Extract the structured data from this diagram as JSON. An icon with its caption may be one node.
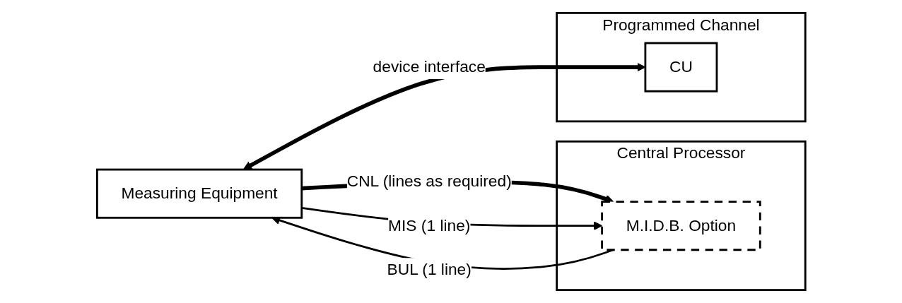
{
  "diagram": {
    "nodes": [
      {
        "text": [
          "Measuring Equipment"
        ]
      },
      {
        "text": [
          "Central Processor"
        ]
      },
      {
        "text": [
          "M.I.D.B. Option"
        ],
        "in": 1
      },
      {
        "text": [
          "Programmed Channel"
        ]
      },
      {
        "text": [
          "CU"
        ],
        "in": 3
      }
    ],
    "edges": [
      {
        "from": 0,
        "to": 2,
        "arrow": "to",
        "label": "CNL (lines as required)",
        "style": "thick"
      },
      {
        "from": 0,
        "to": 2,
        "arrow": "to",
        "label": "MIS (1 line)"
      },
      {
        "from": 2,
        "to": 0,
        "arrow": "to",
        "label": "BUL (1 line)"
      },
      {
        "from": 0,
        "to": 4,
        "arrow": "both",
        "label": "device interface",
        "style": "thick"
      }
    ]
  }
}
